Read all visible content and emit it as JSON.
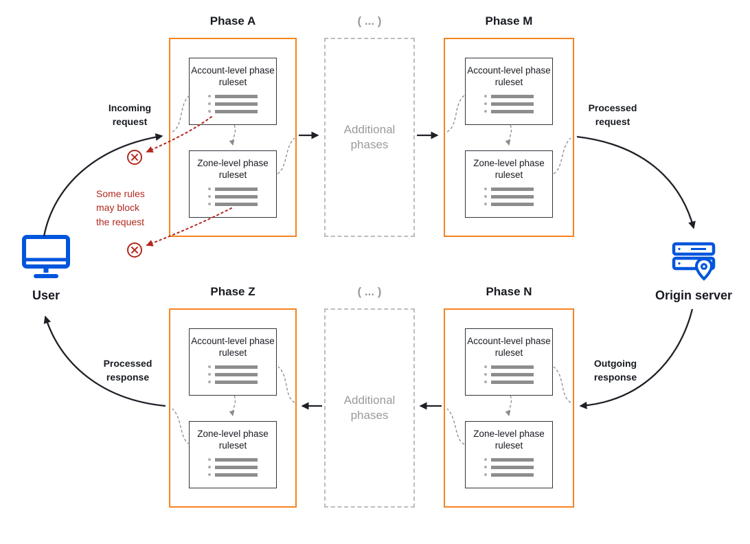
{
  "phases": [
    {
      "title": "Phase A",
      "rulesets": [
        "Account-level phase ruleset",
        "Zone-level phase ruleset"
      ]
    },
    {
      "title": "Phase M",
      "rulesets": [
        "Account-level phase ruleset",
        "Zone-level phase ruleset"
      ]
    },
    {
      "title": "Phase Z",
      "rulesets": [
        "Account-level phase ruleset",
        "Zone-level phase ruleset"
      ]
    },
    {
      "title": "Phase N",
      "rulesets": [
        "Account-level phase ruleset",
        "Zone-level phase ruleset"
      ]
    }
  ],
  "additional_phases": {
    "title": "( ... )",
    "label": "Additional phases"
  },
  "actors": {
    "user": "User",
    "origin_server": "Origin server"
  },
  "flow_labels": {
    "incoming_request": "Incoming request",
    "processed_request": "Processed request",
    "outgoing_response": "Outgoing response",
    "processed_response": "Processed response"
  },
  "annotations": {
    "block_note": "Some rules may block the request"
  },
  "colors": {
    "phase_border": "#f6821f",
    "actor_icon": "#0055dc",
    "block_red": "#b3271e",
    "muted_gray": "#9a9a9a"
  }
}
